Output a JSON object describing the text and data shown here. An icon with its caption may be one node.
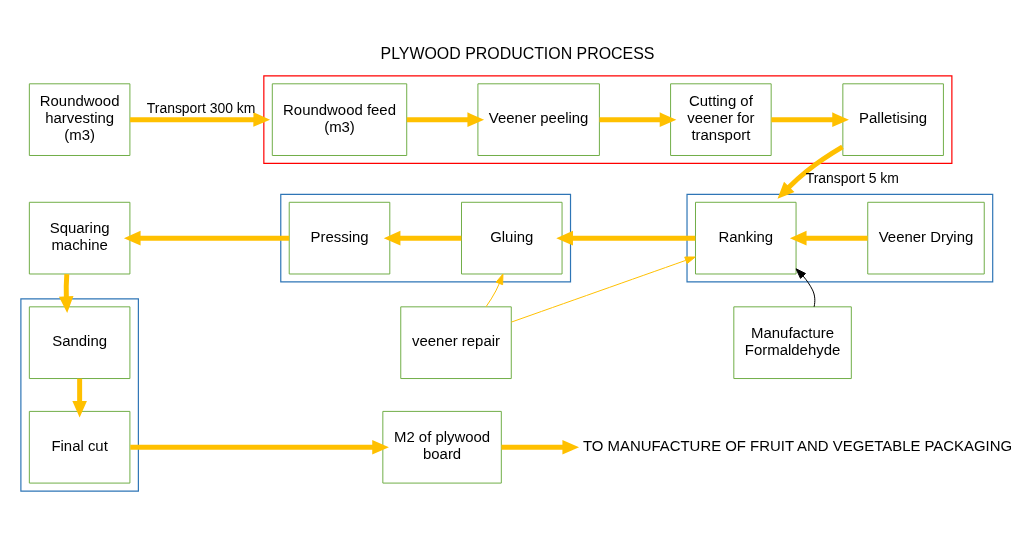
{
  "diagram": {
    "title": "PLYWOOD PRODUCTION PROCESS",
    "nodes": [
      {
        "text": [
          "Roundwood harvesting (m3)"
        ]
      },
      {
        "text": [],
        "shape": "box"
      },
      {
        "text": [
          "Roundwood feed (m3)"
        ],
        "in": 1
      },
      {
        "text": [
          "Veener peeling"
        ],
        "in": 1
      },
      {
        "text": [
          "Cutting of veener for transport"
        ],
        "in": 1
      },
      {
        "text": [
          "Palletising"
        ],
        "in": 1
      },
      {
        "text": [
          "Squaring machine"
        ]
      },
      {
        "text": [],
        "shape": "box"
      },
      {
        "text": [
          "Pressing"
        ],
        "in": 7
      },
      {
        "text": [
          "Gluing"
        ],
        "in": 7
      },
      {
        "text": [],
        "shape": "box"
      },
      {
        "text": [
          "Ranking"
        ],
        "in": 10
      },
      {
        "text": [
          "Veener Drying"
        ],
        "in": 10
      },
      {
        "text": [],
        "shape": "box"
      },
      {
        "text": [
          "Sanding"
        ],
        "in": 13
      },
      {
        "text": [
          "Final cut"
        ],
        "in": 13
      },
      {
        "text": [
          "veener repair"
        ]
      },
      {
        "text": [
          "Manufacture Formaldehyde"
        ]
      },
      {
        "text": [
          "M2 of plywood board"
        ]
      },
      {
        "text": [
          "TO MANUFACTURE OF FRUIT AND VEGETABLE PACKAGING"
        ]
      }
    ],
    "edges": [
      {
        "from": 0,
        "to": 1,
        "arrow": "to",
        "label": "Transport 300 km"
      },
      {
        "from": 2,
        "to": 3,
        "arrow": "to"
      },
      {
        "from": 3,
        "to": 4,
        "arrow": "to"
      },
      {
        "from": 4,
        "to": 5,
        "arrow": "to"
      },
      {
        "from": 5,
        "to": 10,
        "arrow": "to",
        "label": "Transport 5 km"
      },
      {
        "from": 12,
        "to": 11,
        "arrow": "to"
      },
      {
        "from": 11,
        "to": 9,
        "arrow": "to"
      },
      {
        "from": 9,
        "to": 8,
        "arrow": "to"
      },
      {
        "from": 8,
        "to": 6,
        "arrow": "to"
      },
      {
        "from": 6,
        "to": 14,
        "arrow": "to"
      },
      {
        "from": 14,
        "to": 15,
        "arrow": "to"
      },
      {
        "from": 15,
        "to": 18,
        "arrow": "to"
      },
      {
        "from": 18,
        "to": 19,
        "arrow": "to"
      },
      {
        "from": 16,
        "to": 9,
        "arrow": "to"
      },
      {
        "from": 16,
        "to": 11,
        "arrow": "to"
      },
      {
        "from": 17,
        "to": 11,
        "arrow": "to",
        "color": "#000000"
      }
    ]
  }
}
